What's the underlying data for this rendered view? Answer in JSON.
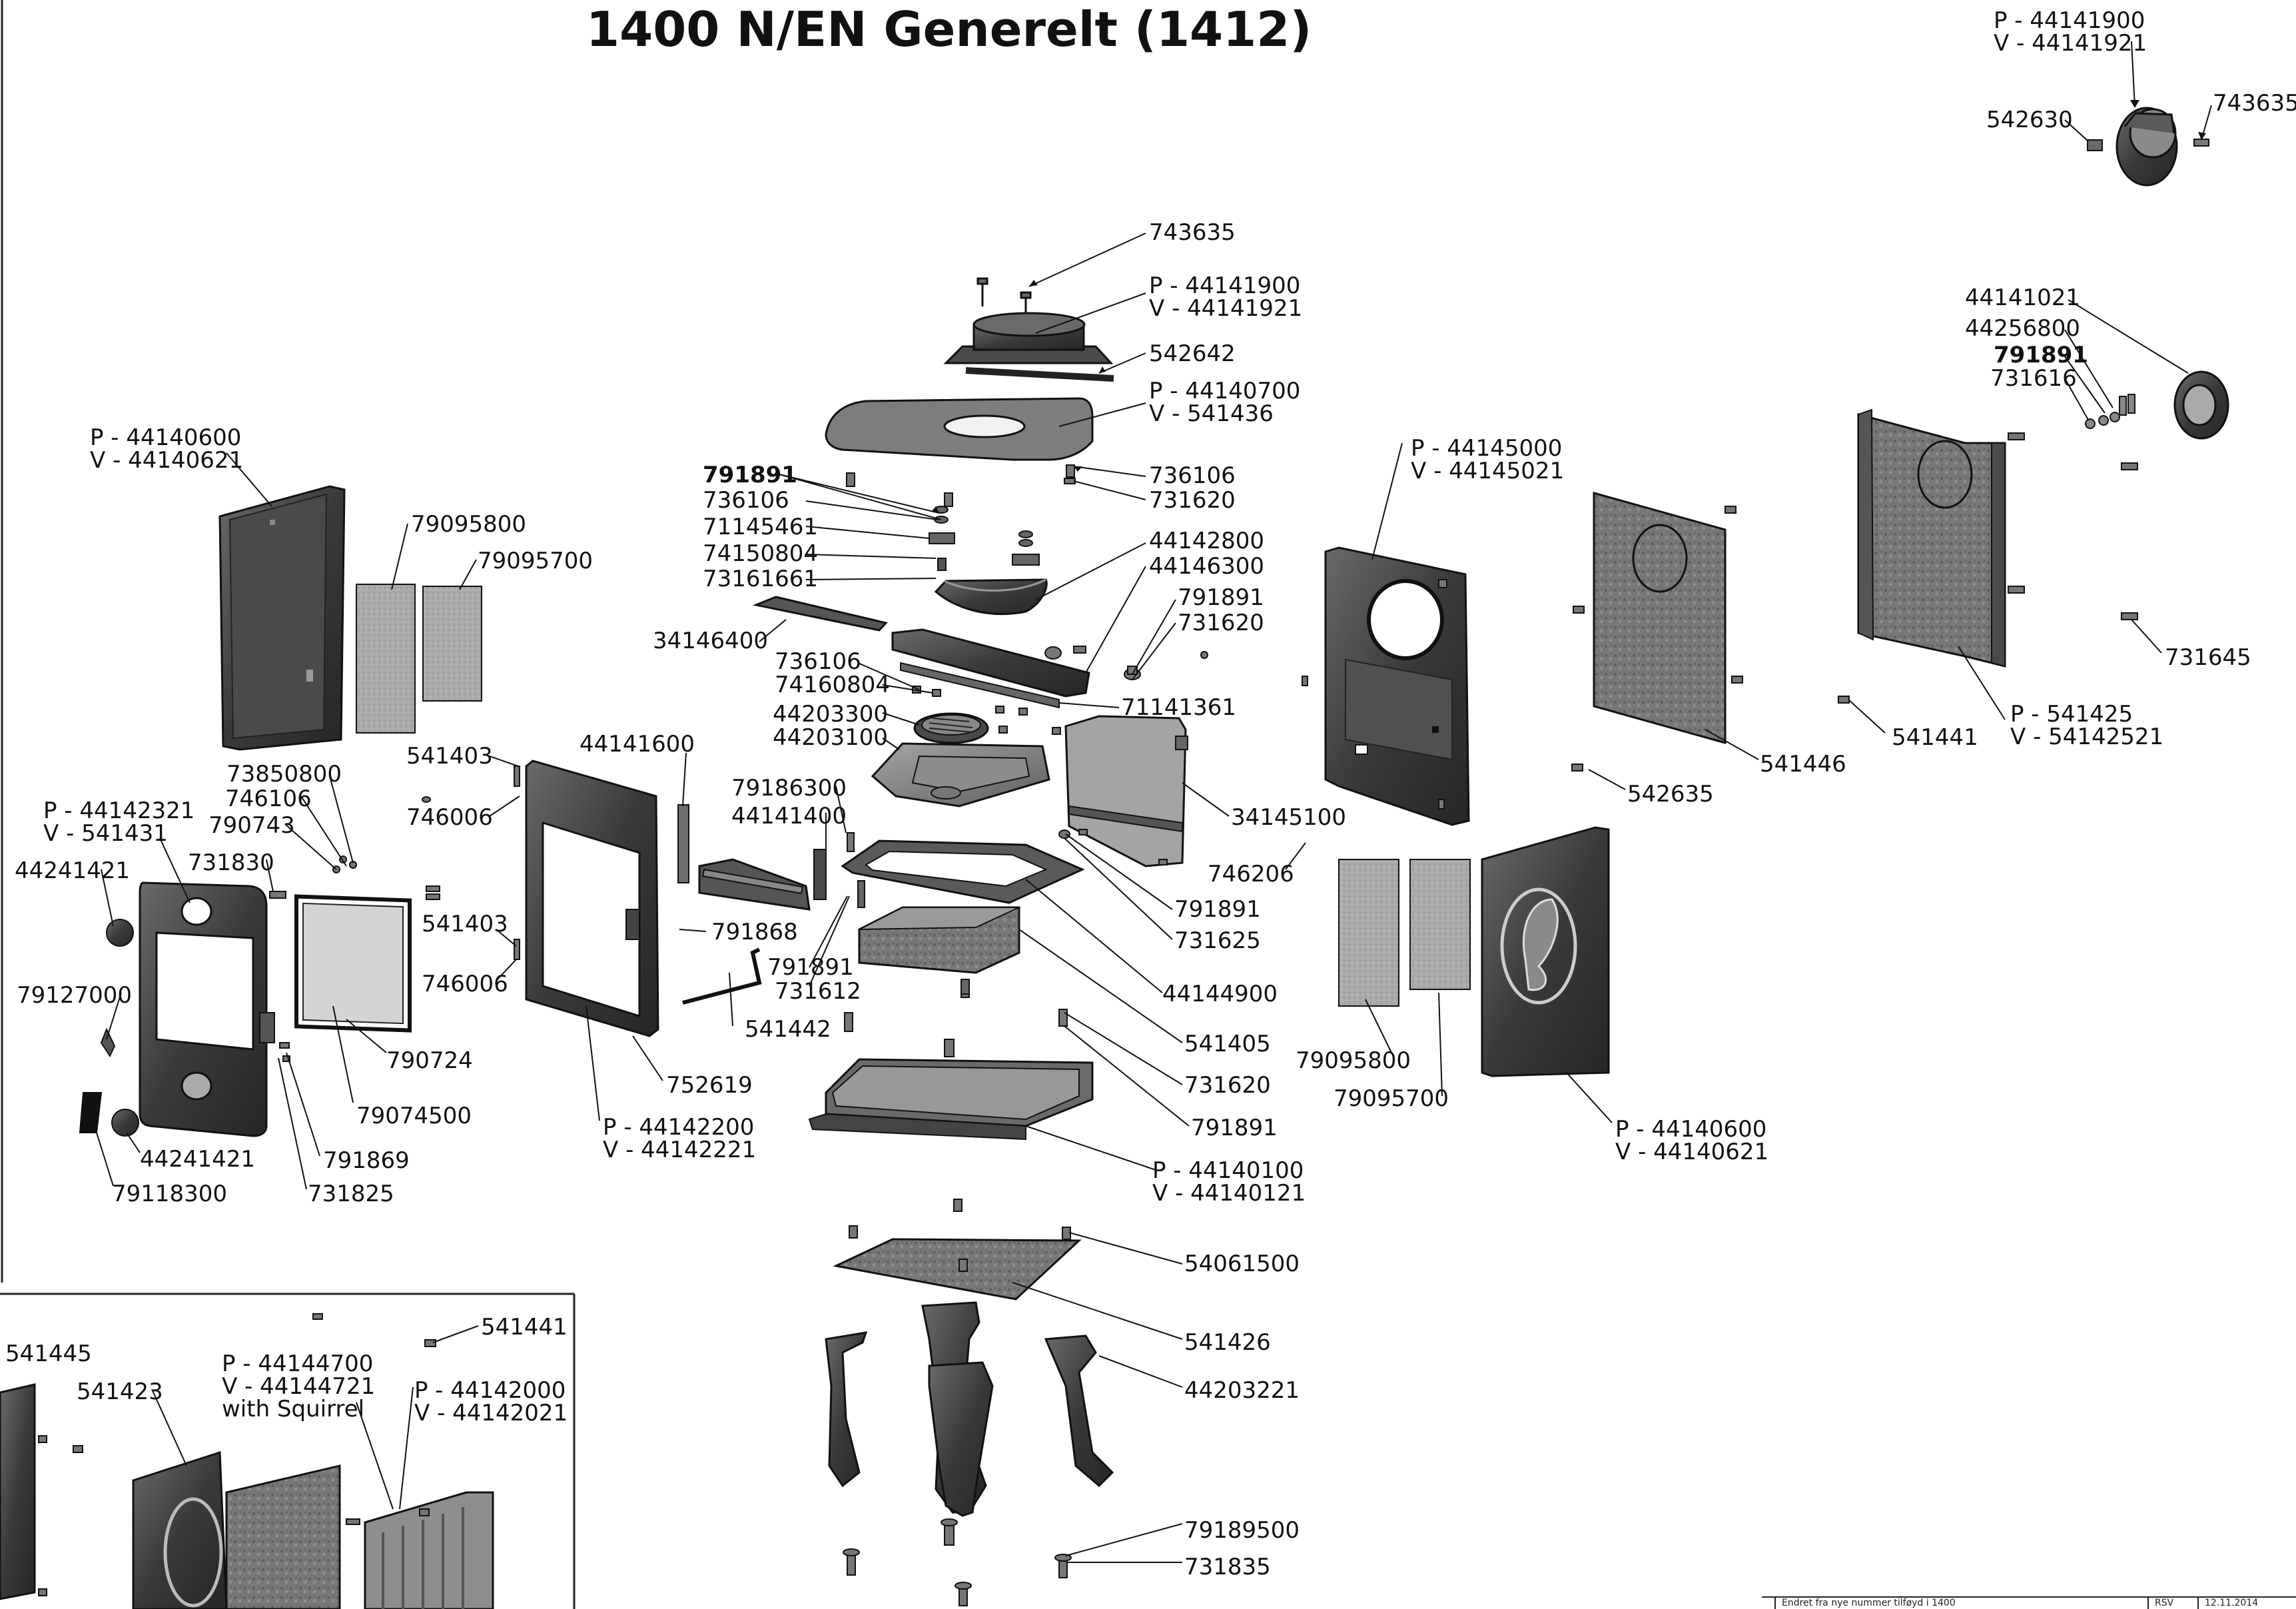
{
  "title": "1400 N/EN Generelt (1412)",
  "labels": {
    "top_flue_pv": [
      "P - 44141900",
      "V - 44141921"
    ],
    "top_542630": "542630",
    "top_743635": "743635",
    "c_743635": "743635",
    "c_flue_pv": [
      "P - 44141900",
      "V - 44141921"
    ],
    "c_542642": "542642",
    "c_top_pv": [
      "P - 44140700",
      "V - 541436"
    ],
    "l_side_pv": [
      "P - 44140600",
      "V - 44140621"
    ],
    "l_79095800": "79095800",
    "l_79095700": "79095700",
    "c_791891a": "791891",
    "c_736106a": "736106",
    "c_71145461": "71145461",
    "c_74150804": "74150804",
    "c_73161661": "73161661",
    "c_736106b": "736106",
    "c_731620a": "731620",
    "c_44142800": "44142800",
    "c_44146300": "44146300",
    "c_791891b": "791891",
    "c_731620b": "731620",
    "c_34146400": "34146400",
    "c_736106c": "736106",
    "c_74160804": "74160804",
    "c_44203300": "44203300",
    "c_44203100": "44203100",
    "c_71141361": "71141361",
    "c_34145100": "34145100",
    "c_746206": "746206",
    "c_791891c": "791891",
    "c_731625": "731625",
    "c_44144900": "44144900",
    "c_541405": "541405",
    "c_731620c": "731620",
    "c_791891d": "791891",
    "c_79186300": "79186300",
    "c_44141400": "44141400",
    "c_791891e": "791891",
    "c_731612": "731612",
    "c_541442": "541442",
    "c_791868": "791868",
    "c_bottom_pv": [
      "P - 44140100",
      "V - 44140121"
    ],
    "c_54061500": "54061500",
    "c_541426": "541426",
    "c_44203221": "44203221",
    "c_79189500": "79189500",
    "c_731835": "731835",
    "d_44141600": "44141600",
    "d_541403a": "541403",
    "d_746006a": "746006",
    "d_541403b": "541403",
    "d_746006b": "746006",
    "d_752619": "752619",
    "d_door_pv": [
      "P - 44142200",
      "V - 44142221"
    ],
    "f_73850800": "73850800",
    "f_746106": "746106",
    "f_790743": "790743",
    "f_731830": "731830",
    "f_door_pv": [
      "P - 44142321",
      "V - 541431"
    ],
    "f_44241421a": "44241421",
    "f_79127000": "79127000",
    "f_790724": "790724",
    "f_79074500": "79074500",
    "f_791869": "791869",
    "f_44241421b": "44241421",
    "f_731825": "731825",
    "f_79118300": "79118300",
    "r_back_pv": [
      "P - 44145000",
      "V - 44145021"
    ],
    "r_541446": "541446",
    "r_542635": "542635",
    "r_541441": "541441",
    "r_44141021": "44141021",
    "r_44256800": "44256800",
    "r_791891": "791891",
    "r_731616": "731616",
    "r_731645": "731645",
    "r_shield_pv": [
      "P - 541425",
      "V - 54142521"
    ],
    "r_79095800": "79095800",
    "r_79095700": "79095700",
    "r_side_pv": [
      "P - 44140600",
      "V - 44140621"
    ],
    "i_541445": "541445",
    "i_541441": "541441",
    "i_541423": "541423",
    "i_squirrel_pv": [
      "P - 44144700",
      "V - 44144721",
      "with Squirrel"
    ],
    "i_door2_pv": [
      "P - 44142000",
      "V - 44142021"
    ]
  },
  "title_block": {
    "desc": "Endret fra nye nummer tilføyd i 1400",
    "rev_by": "RSV",
    "date": "12.11.2014"
  },
  "colors": {
    "line": "#1a1a1a",
    "part_dark": "#3c3c3c",
    "part_mid": "#7a7a7a",
    "part_light": "#b4b4b4",
    "gasket": "#9a9a9a"
  }
}
